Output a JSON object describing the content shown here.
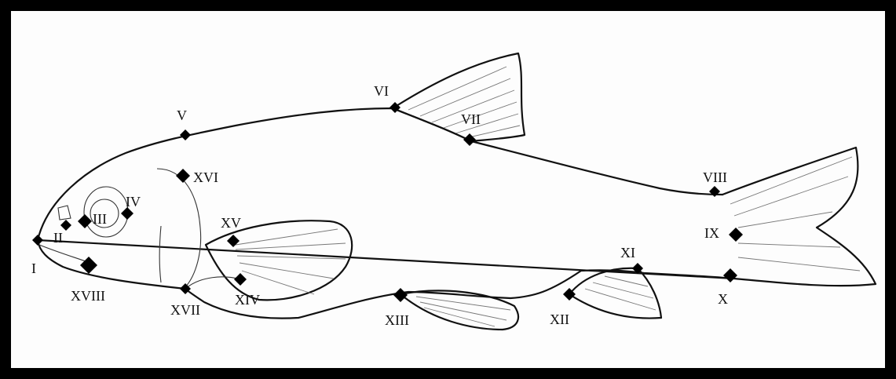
{
  "landmarks": [
    {
      "id": "I",
      "label": "I"
    },
    {
      "id": "II",
      "label": "II"
    },
    {
      "id": "III",
      "label": "III"
    },
    {
      "id": "IV",
      "label": "IV"
    },
    {
      "id": "V",
      "label": "V"
    },
    {
      "id": "VI",
      "label": "VI"
    },
    {
      "id": "VII",
      "label": "VII"
    },
    {
      "id": "VIII",
      "label": "VIII"
    },
    {
      "id": "IX",
      "label": "IX"
    },
    {
      "id": "X",
      "label": "X"
    },
    {
      "id": "XI",
      "label": "XI"
    },
    {
      "id": "XII",
      "label": "XII"
    },
    {
      "id": "XIII",
      "label": "XIII"
    },
    {
      "id": "XIV",
      "label": "XIV"
    },
    {
      "id": "XV",
      "label": "XV"
    },
    {
      "id": "XVI",
      "label": "XVI"
    },
    {
      "id": "XVII",
      "label": "XVII"
    },
    {
      "id": "XVIII",
      "label": "XVIII"
    }
  ]
}
